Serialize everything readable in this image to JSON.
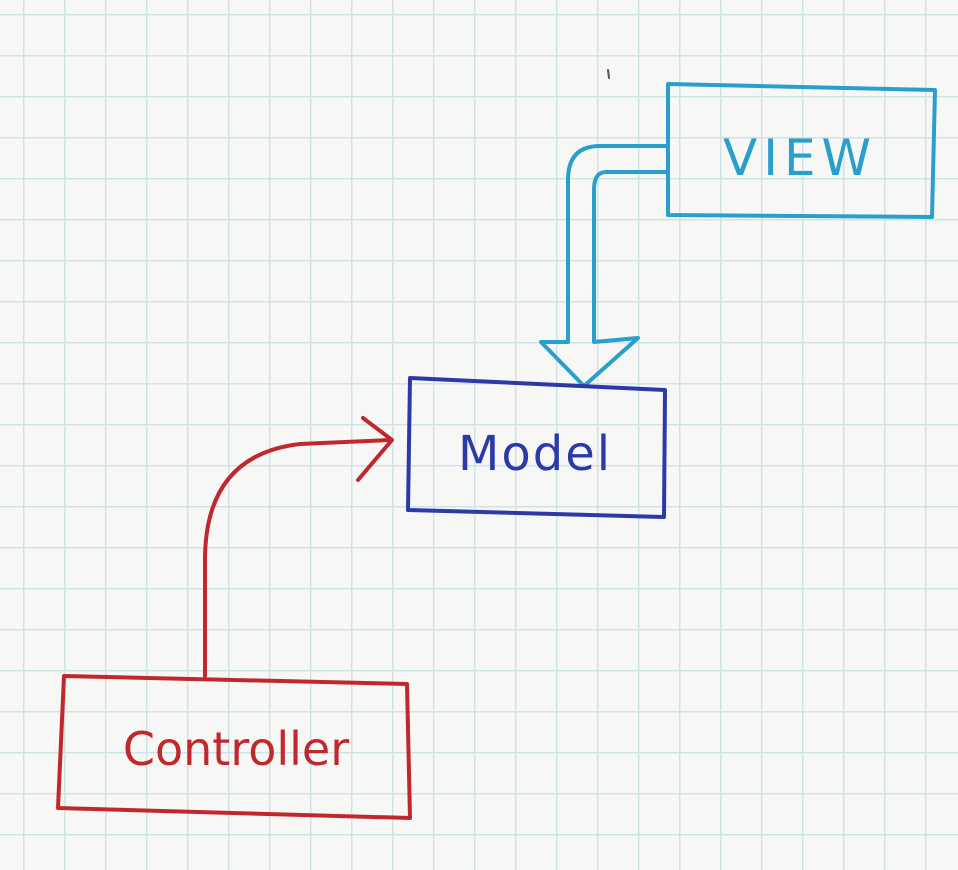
{
  "colors": {
    "view": "#2a9fcc",
    "model": "#2b3aa8",
    "controller": "#c0282d",
    "grid": "#cfe3e6",
    "paper": "#f7f8f6"
  },
  "nodes": {
    "view": {
      "label": "VIEW"
    },
    "model": {
      "label": "Model"
    },
    "controller": {
      "label": "Controller"
    }
  },
  "edges": [
    {
      "from": "view",
      "to": "model",
      "style": "hollow double arrow"
    },
    {
      "from": "controller",
      "to": "model",
      "style": "curved arrow"
    }
  ]
}
